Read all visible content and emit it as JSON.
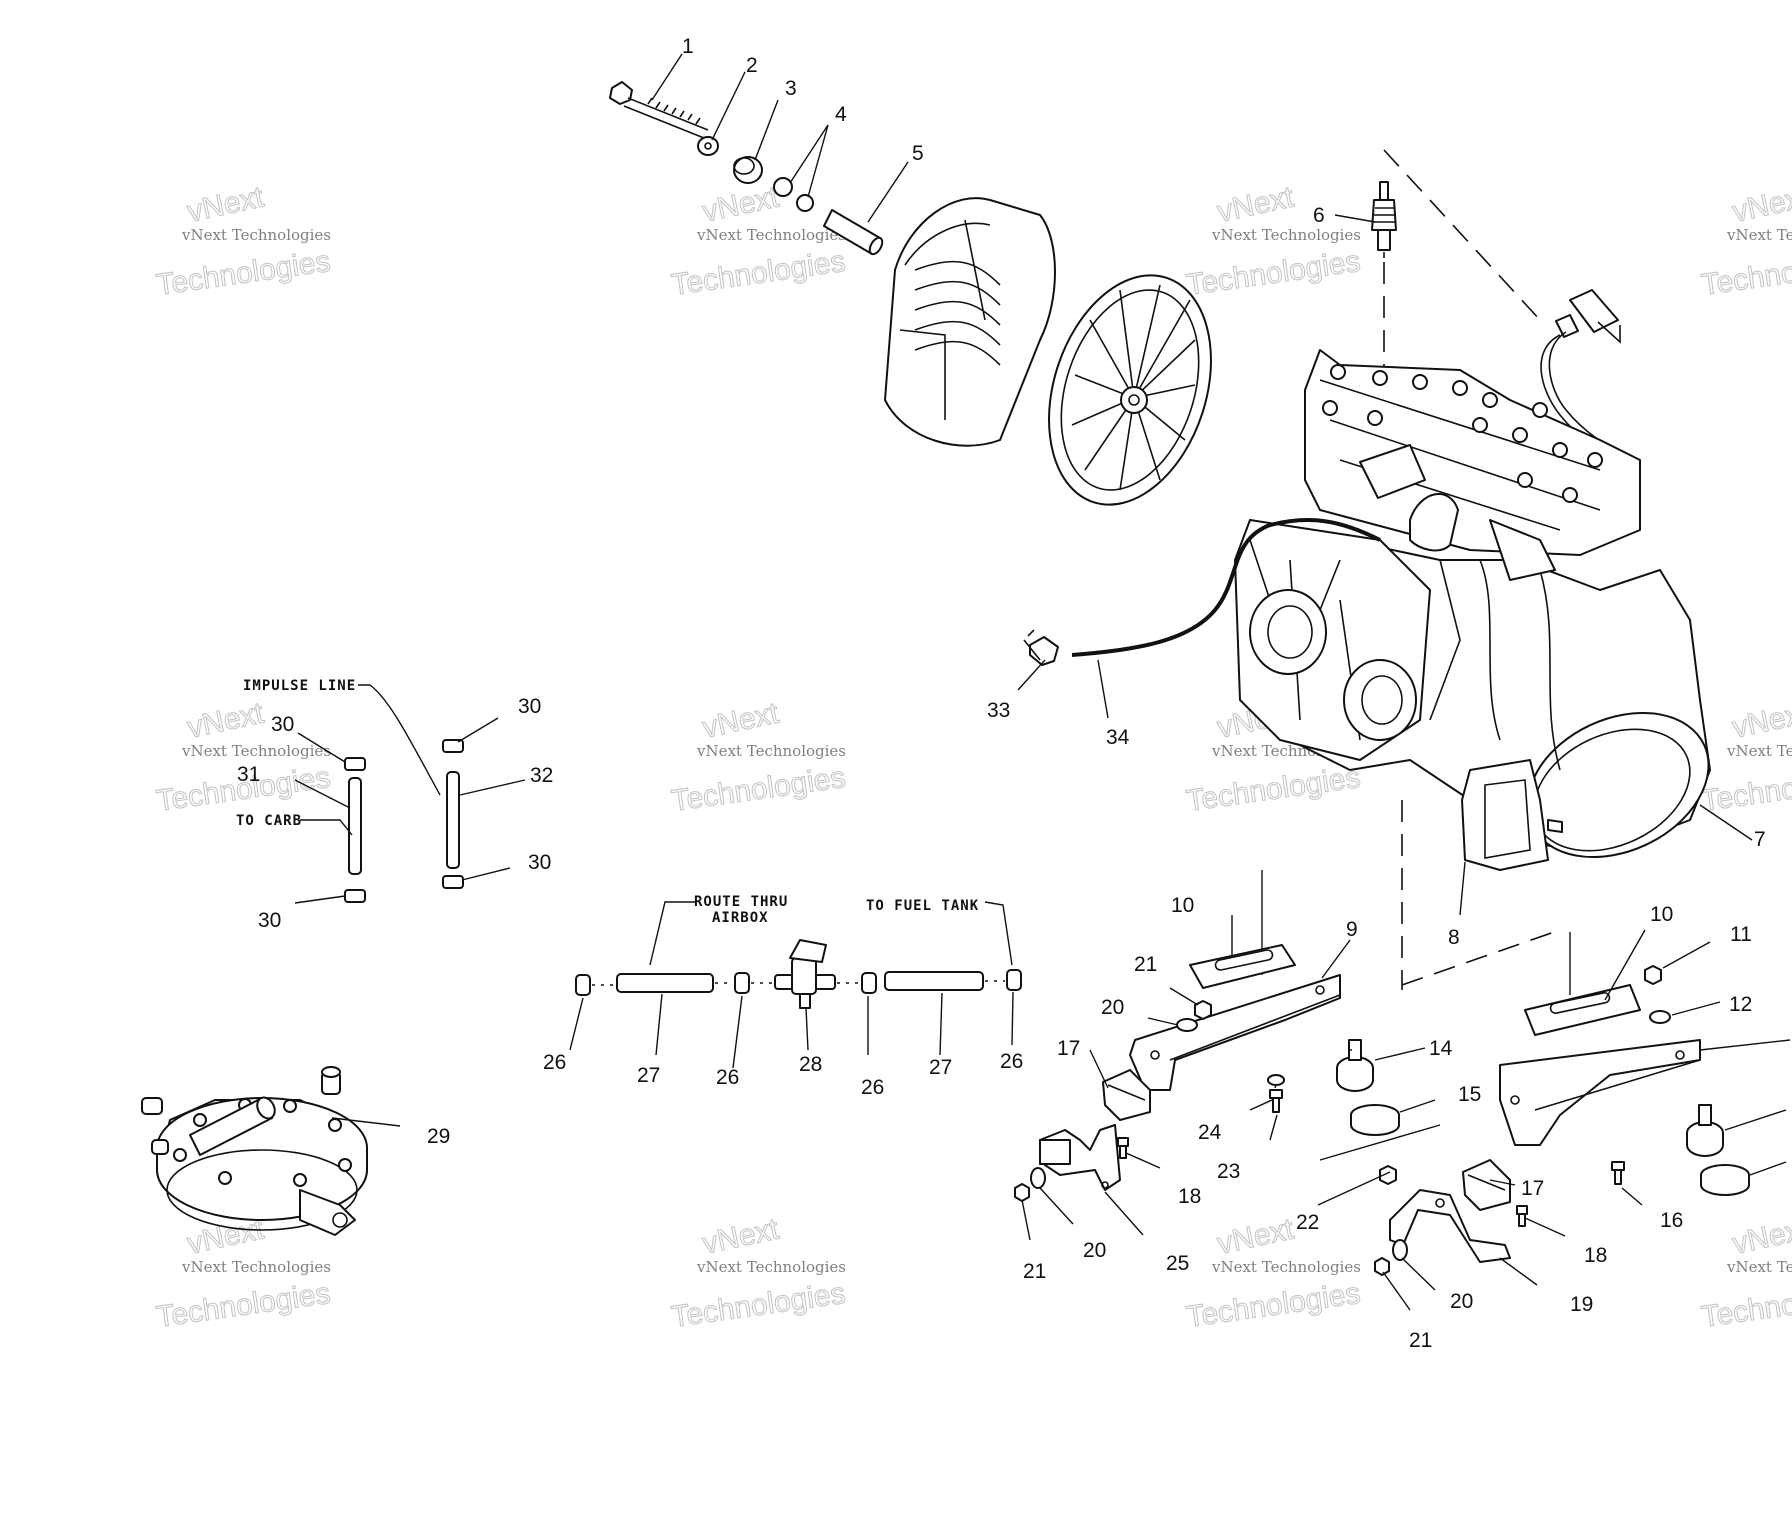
{
  "notes": {
    "impulse_line": "IMPULSE LINE",
    "to_carb": "TO CARB",
    "route_thru_line1": "ROUTE THRU",
    "route_thru_line2": "AIRBOX",
    "to_fuel_tank": "TO FUEL TANK"
  },
  "watermark": {
    "brand": "vNext Technologies",
    "short": "vNext",
    "word": "Technologies"
  },
  "callouts": [
    "1",
    "2",
    "3",
    "4",
    "5",
    "6",
    "7",
    "8",
    "9",
    "10",
    "10",
    "11",
    "12",
    "14",
    "15",
    "16",
    "17",
    "17",
    "18",
    "18",
    "19",
    "20",
    "20",
    "20",
    "21",
    "21",
    "21",
    "22",
    "23",
    "24",
    "25",
    "26",
    "26",
    "26",
    "26",
    "27",
    "27",
    "28",
    "29",
    "30",
    "30",
    "30",
    "30",
    "31",
    "32",
    "33",
    "34"
  ]
}
